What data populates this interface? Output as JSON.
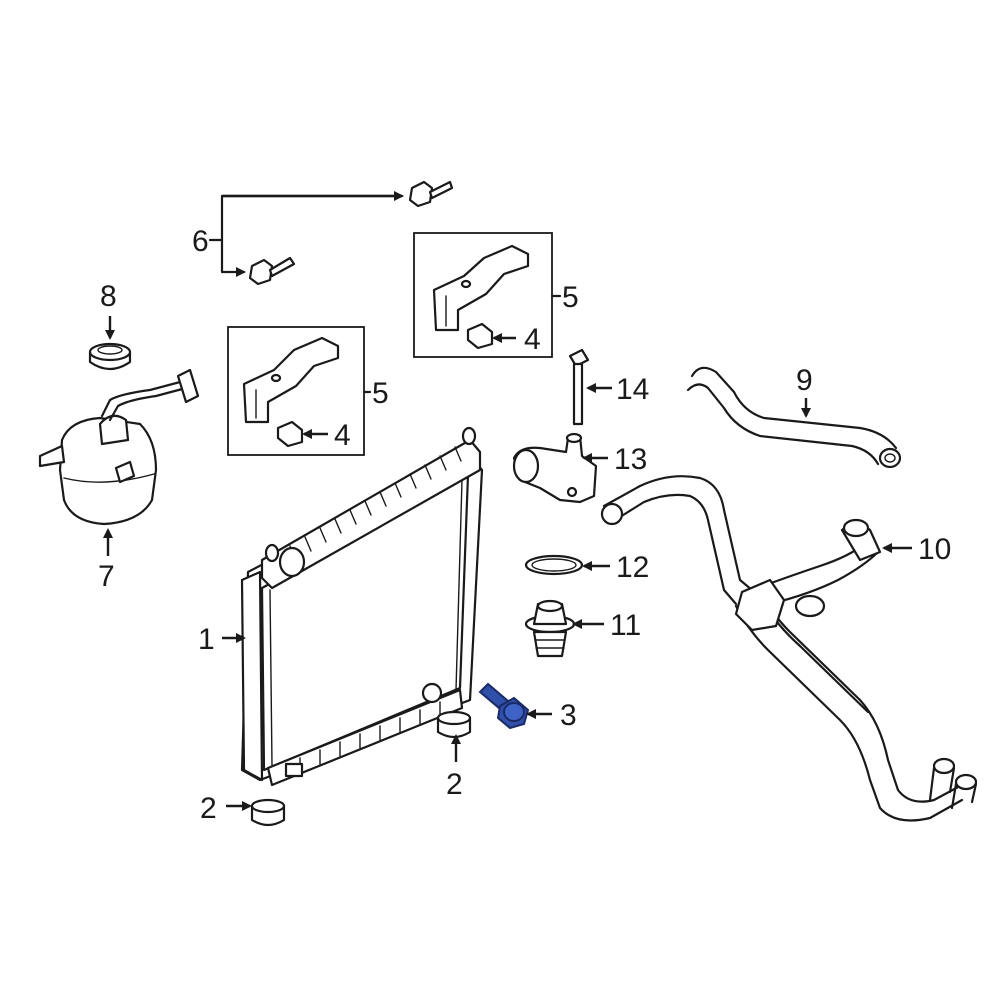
{
  "labels": {
    "l1": "1",
    "l2a": "2",
    "l2b": "2",
    "l3": "3",
    "l4a": "4",
    "l4b": "4",
    "l5a": "5",
    "l5b": "5",
    "l6": "6",
    "l7": "7",
    "l8": "8",
    "l9": "9",
    "l10": "10",
    "l11": "11",
    "l12": "12",
    "l13": "13",
    "l14": "14"
  },
  "colors": {
    "highlight": "#2f4fa8",
    "line": "#1a1a1a"
  },
  "highlighted_part": "3"
}
